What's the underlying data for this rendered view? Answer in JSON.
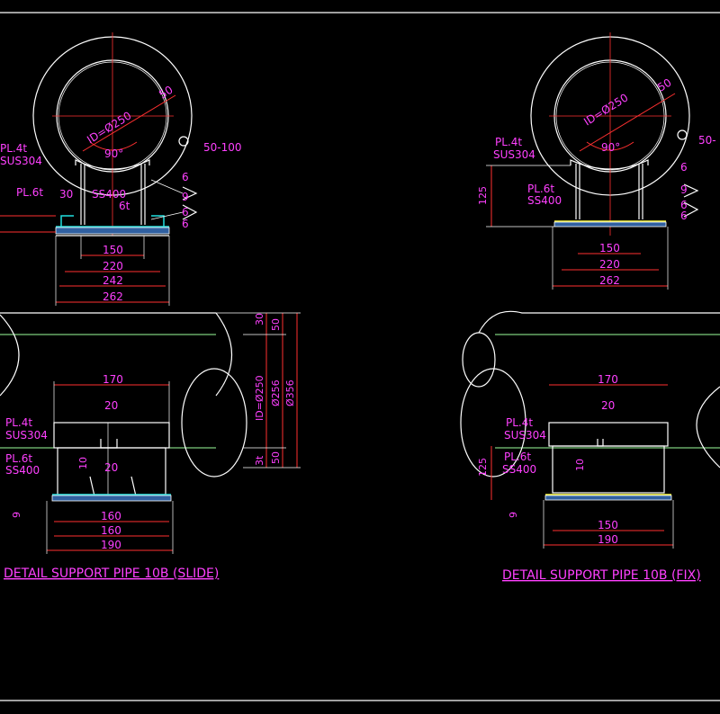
{
  "slide": {
    "title": "DETAIL SUPPORT PIPE 10B (SLIDE)",
    "labels": {
      "id": "ID=Ø250",
      "thk": "50",
      "angle": "90°",
      "bolt": "50-100",
      "pl4": "PL.4t",
      "sus": "SUS304",
      "pl6": "PL.6t",
      "ss": "SS400",
      "w30": "30",
      "w6t": "6t",
      "f1": "6",
      "f2": "9",
      "f3": "6",
      "f4": "6"
    },
    "top_dims": [
      "150",
      "220",
      "242",
      "262"
    ],
    "side": {
      "d170": "170",
      "d20a": "20",
      "pl4": "PL.4t",
      "sus": "SUS304",
      "pl6": "PL.6t",
      "ss": "SS400",
      "d10": "10",
      "d20b": "20",
      "d9": "9",
      "bottom": [
        "160",
        "160",
        "190"
      ],
      "right": {
        "r30": "30",
        "r50a": "50",
        "rid": "ID=Ø250",
        "r256": "Ø256",
        "r356": "Ø356",
        "r3t": "3t",
        "r50b": "50"
      }
    }
  },
  "fix": {
    "title": "DETAIL SUPPORT PIPE 10B (FIX)",
    "labels": {
      "id": "ID=Ø250",
      "thk": "50",
      "angle": "90°",
      "bolt": "50-",
      "pl4": "PL.4t",
      "sus": "SUS304",
      "pl6": "PL.6t",
      "ss": "SS400",
      "h125": "125",
      "f1": "6",
      "f2": "9",
      "f3": "6",
      "f4": "6"
    },
    "top_dims": [
      "150",
      "220",
      "262"
    ],
    "side": {
      "d170": "170",
      "d20": "20",
      "pl4": "PL.4t",
      "sus": "SUS304",
      "pl6": "PL.6t",
      "ss": "SS400",
      "h125": "125",
      "d10": "10",
      "d9": "9",
      "bottom": [
        "150",
        "190"
      ]
    }
  },
  "colors": {
    "dimension": "#ff40ff",
    "outline": "#ffffff",
    "centerline": "#ff3030",
    "pipe_axis": "#9cff9c",
    "plate": "#20e0e0"
  }
}
